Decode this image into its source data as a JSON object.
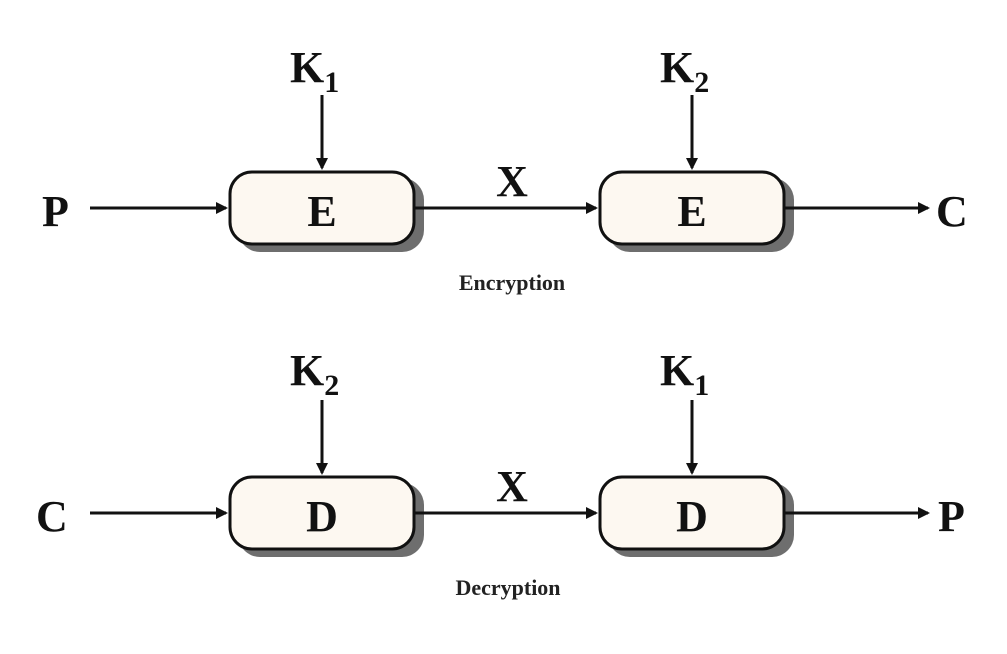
{
  "encryption": {
    "input": "P",
    "output": "C",
    "intermediate": "X",
    "caption": "Encryption",
    "stages": [
      {
        "label": "E",
        "key": "K",
        "key_sub": "1"
      },
      {
        "label": "E",
        "key": "K",
        "key_sub": "2"
      }
    ]
  },
  "decryption": {
    "input": "C",
    "output": "P",
    "intermediate": "X",
    "caption": "Decryption",
    "stages": [
      {
        "label": "D",
        "key": "K",
        "key_sub": "2"
      },
      {
        "label": "D",
        "key": "K",
        "key_sub": "1"
      }
    ]
  },
  "colors": {
    "box_fill": "#fdf8f1",
    "stroke": "#111111",
    "shadow": "#6e6e6e"
  }
}
